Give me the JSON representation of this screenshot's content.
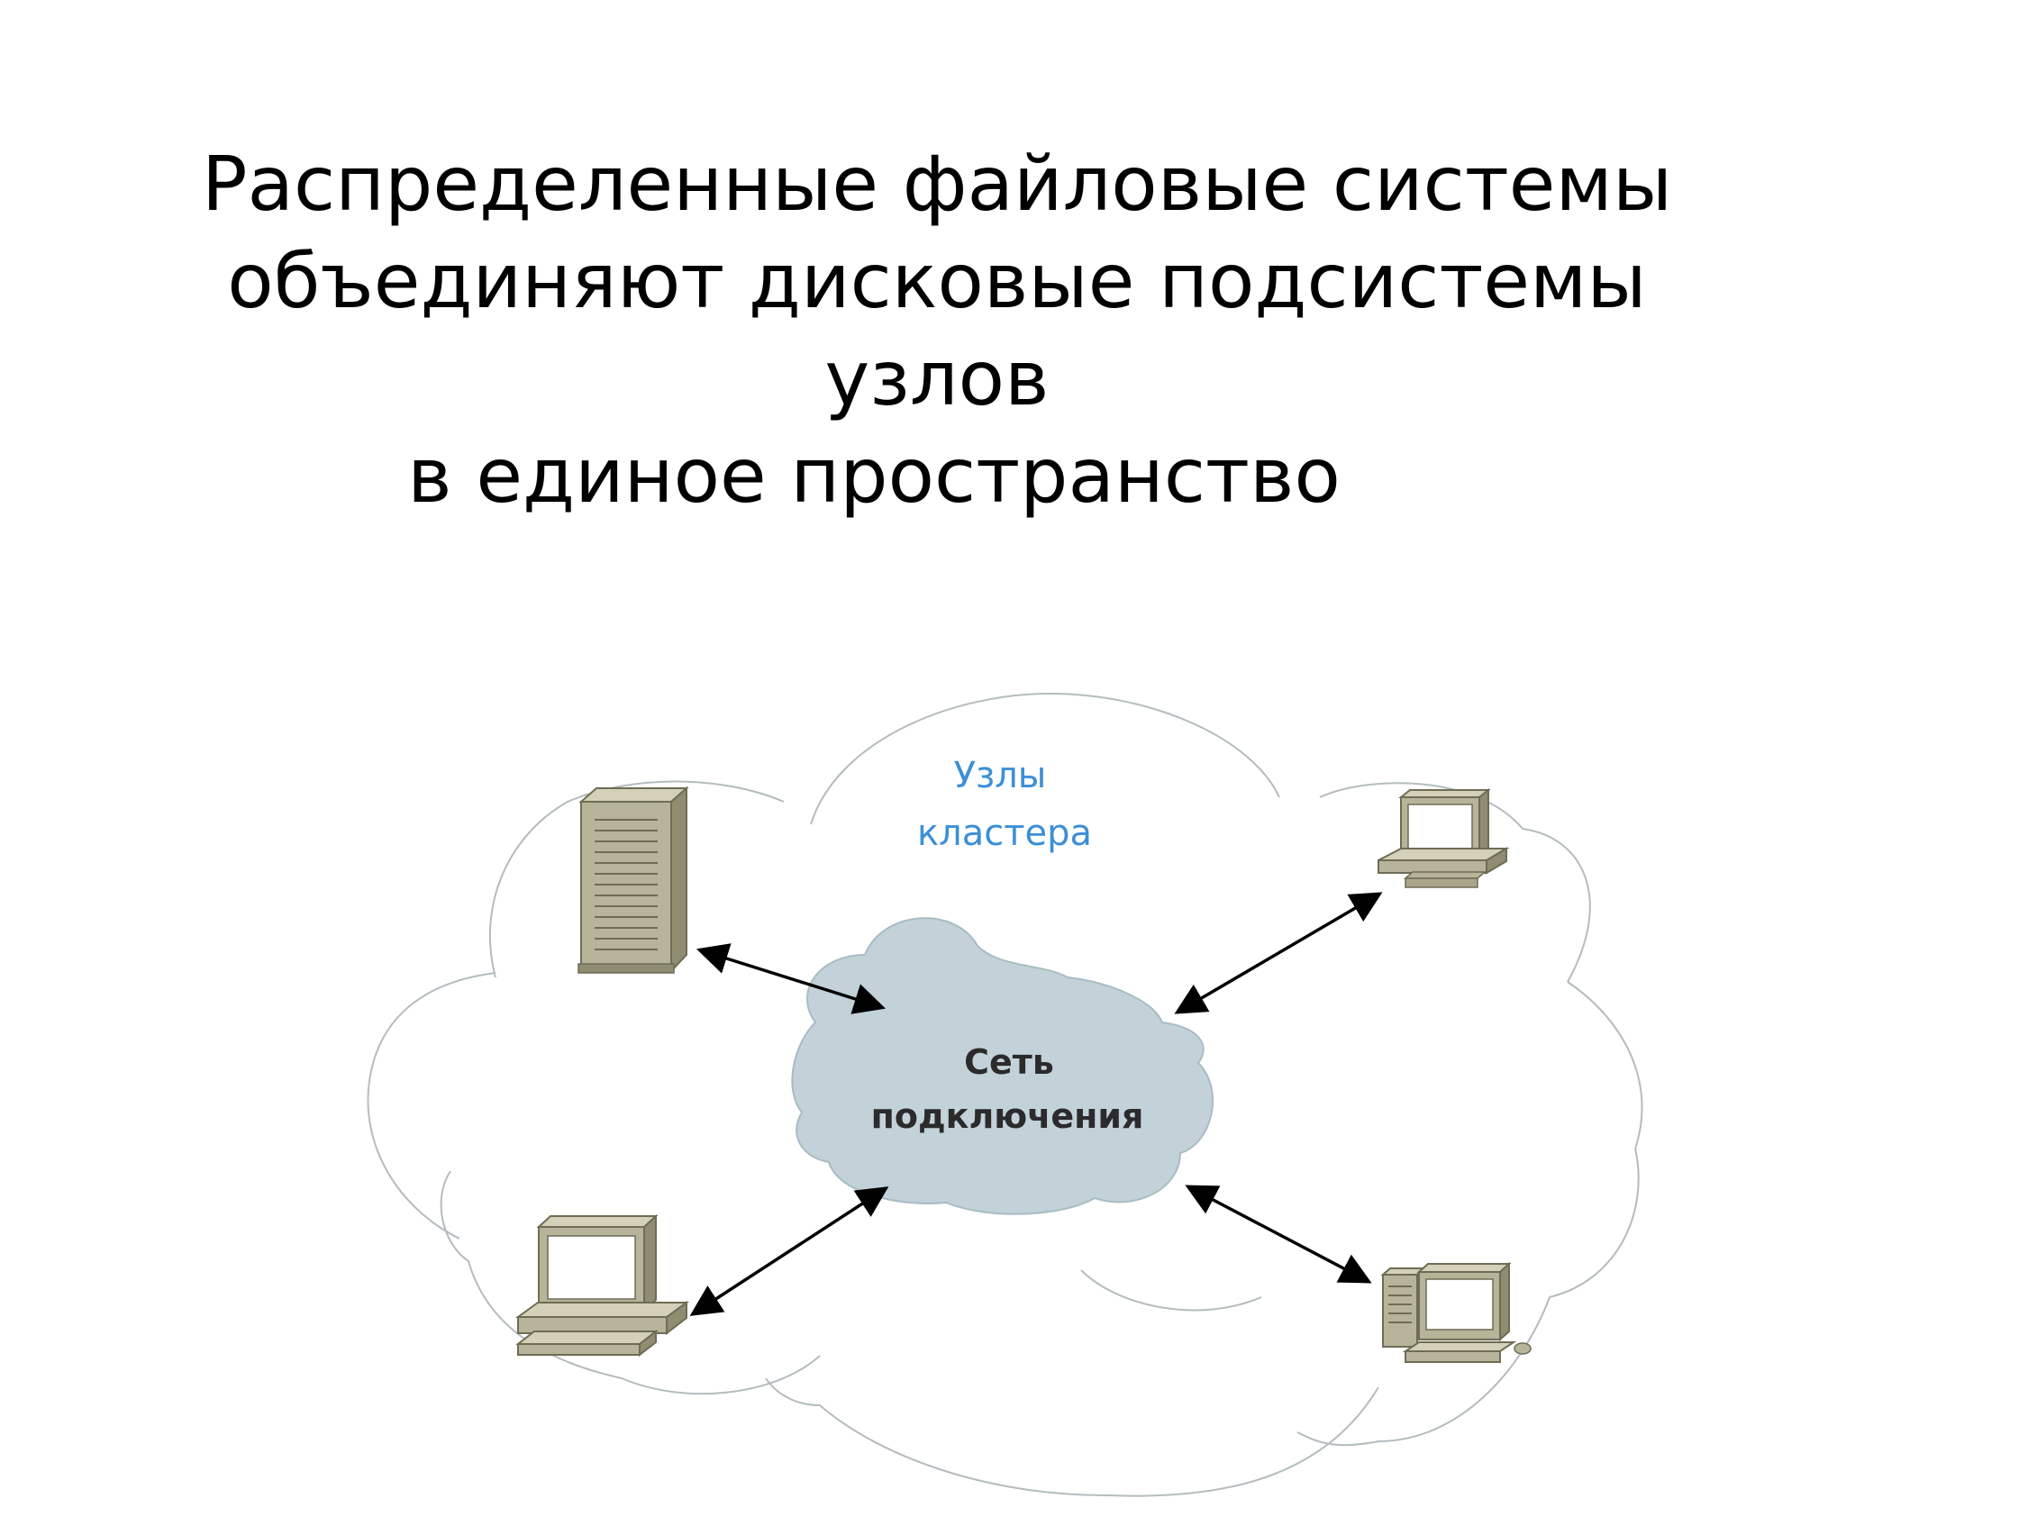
{
  "slide": {
    "title_lines": [
      "Распределенные файловые системы",
      "объединяют дисковые подсистемы",
      "узлов",
      "в единое пространство"
    ]
  },
  "diagram": {
    "cluster_label_line1": "Узлы",
    "cluster_label_line2": "кластера",
    "network_label_line1": "Сеть",
    "network_label_line2": "подключения",
    "colors": {
      "cluster_label": "#3c8fd6",
      "network_cloud": "#c2d2d8",
      "outer_cloud_stroke": "#b4bcbf",
      "device_body": "#b7b49a",
      "device_shade": "#8f8c72",
      "arrow": "#000000"
    },
    "nodes": [
      {
        "name": "server-tower",
        "icon": "server-tower-icon"
      },
      {
        "name": "laptop-top-right",
        "icon": "laptop-icon"
      },
      {
        "name": "desktop-bottom-left",
        "icon": "desktop-computer-icon"
      },
      {
        "name": "workstation-bottom-right",
        "icon": "workstation-icon"
      }
    ]
  }
}
